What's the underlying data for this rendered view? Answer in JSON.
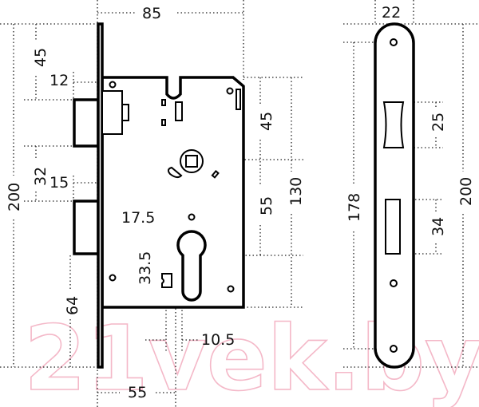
{
  "watermark": "21vek.by",
  "lock_body": {
    "width_85": "85",
    "top_to_latch_45": "45",
    "latch_projection_12": "12",
    "latch_to_deadbolt_32": "32",
    "deadbolt_projection_15": "15",
    "faceplate_height_200": "200",
    "cylinder_hole_17_5": "17.5",
    "cylinder_height_33_5": "33.5",
    "bottom_64": "64",
    "cylinder_width_10_5": "10.5",
    "backset_55": "55",
    "top_to_spindle_45": "45",
    "spindle_to_cylinder_55": "55",
    "body_height_130": "130"
  },
  "strike_plate": {
    "width_22": "22",
    "latch_slot_25": "25",
    "hole_spacing_178": "178",
    "height_200": "200",
    "bolt_slot_34": "34"
  }
}
